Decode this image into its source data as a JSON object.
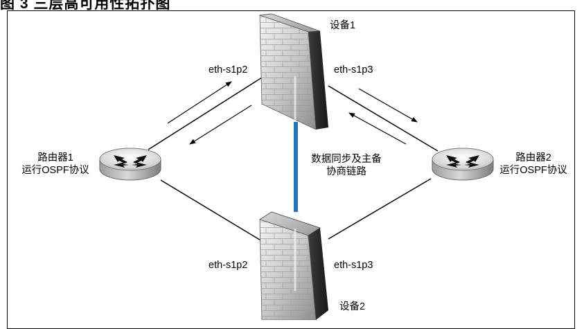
{
  "figure_title": "图 3 三层高可用性拓扑图",
  "devices": {
    "top": {
      "label": "设备1",
      "left_port": "eth-s1p2",
      "right_port": "eth-s1p3"
    },
    "bottom": {
      "label": "设备2",
      "left_port": "eth-s1p2",
      "right_port": "eth-s1p3"
    }
  },
  "routers": {
    "left": {
      "name": "路由器1",
      "protocol": "运行OSPF协议"
    },
    "right": {
      "name": "路由器2",
      "protocol": "运行OSPF协议"
    }
  },
  "sync_link": {
    "line1": "数据同步及主备",
    "line2": "协商链路",
    "color": "#1f77c4"
  },
  "icons": [
    "firewall-icon",
    "router-icon",
    "arrow-icon"
  ]
}
